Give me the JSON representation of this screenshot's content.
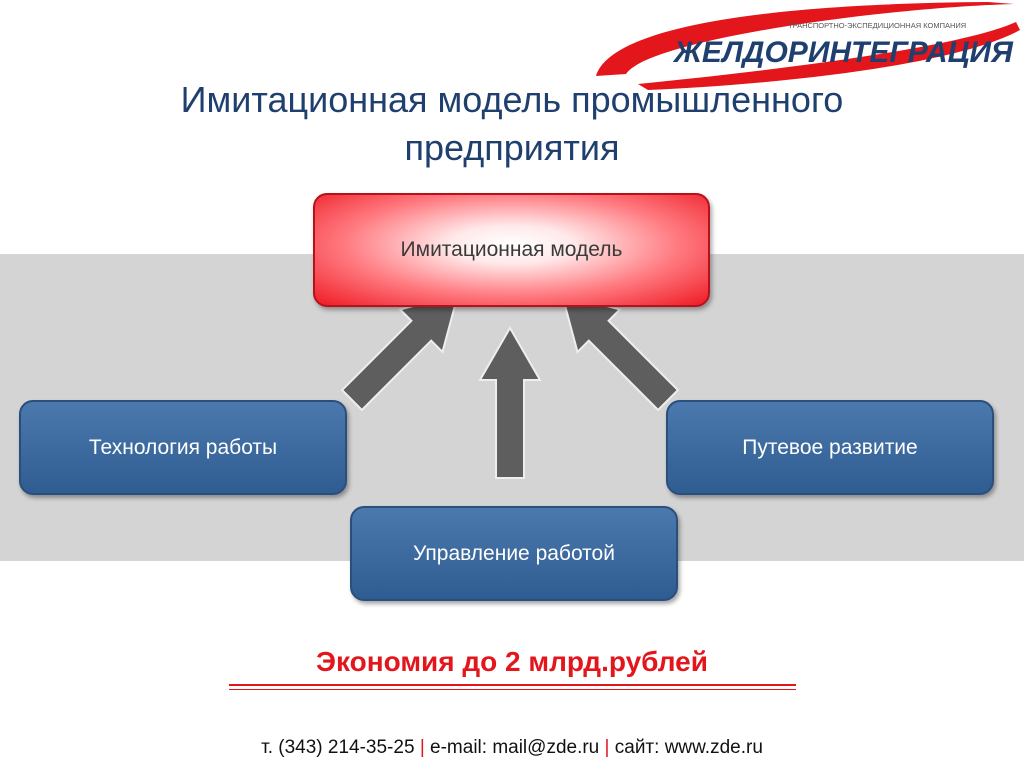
{
  "logo": {
    "tagline": "ТРАНСПОРТНО-ЭКСПЕДИЦИОННАЯ КОМПАНИЯ",
    "name": "ЖЕЛДОРИНТЕГРАЦИЯ"
  },
  "title": {
    "line1": "Имитационная модель промышленного",
    "line2": "предприятия"
  },
  "diagram": {
    "center": "Имитационная модель",
    "left": "Технология работы",
    "right": "Путевое развитие",
    "bottom": "Управление работой"
  },
  "savings": "Экономия до 2 млрд.рублей",
  "contacts": {
    "phone": "т. (343) 214-35-25",
    "separator": "|",
    "email": "e-mail: mail@zde.ru",
    "site": "сайт: www.zde.ru"
  },
  "colors": {
    "title": "#1f3f6e",
    "accent_red": "#e3161c",
    "box_blue": "#3a6aa0",
    "band_gray": "#d4d4d4",
    "arrow_gray": "#5e5e5e"
  }
}
